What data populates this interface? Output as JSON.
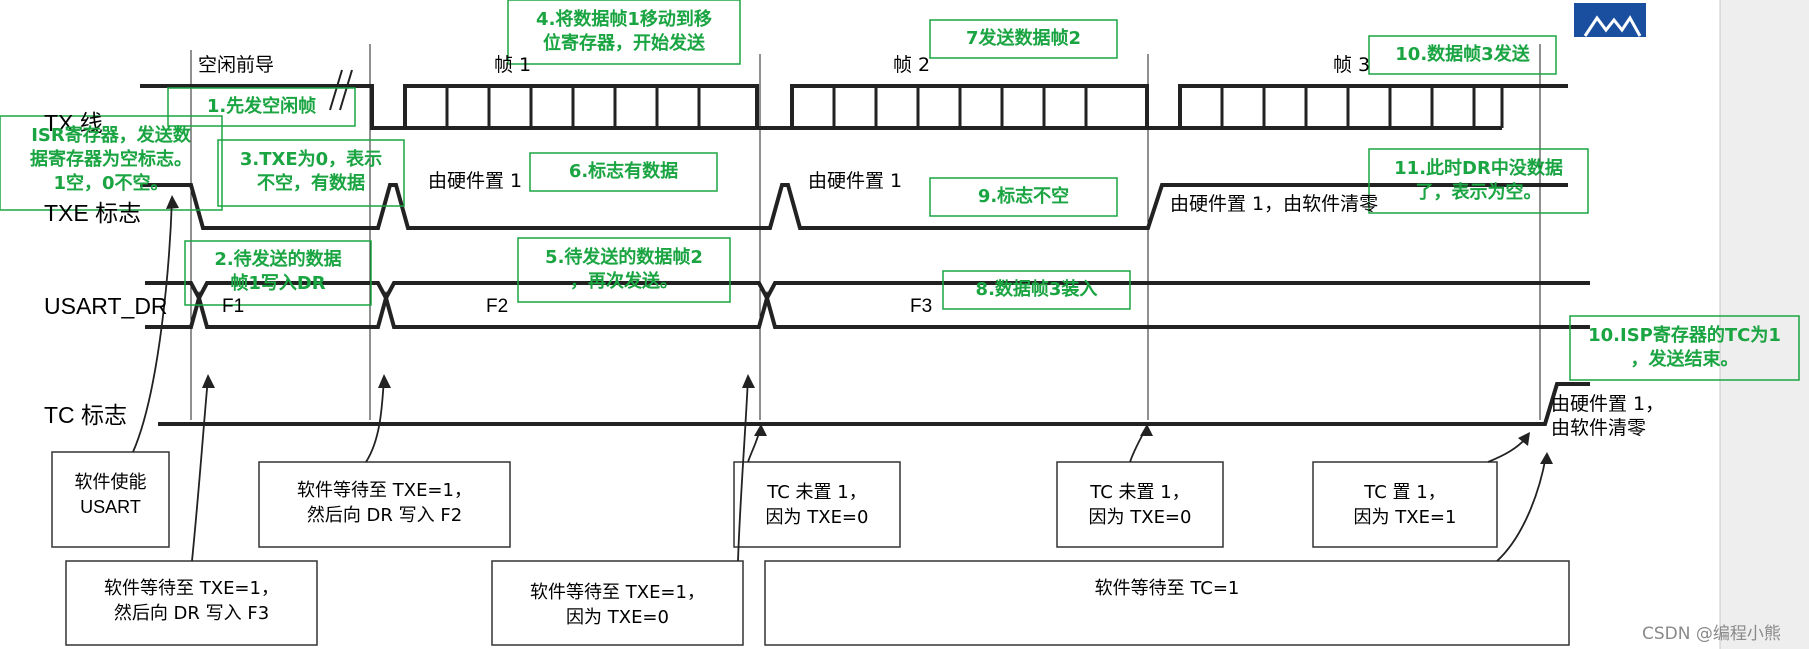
{
  "signals": {
    "tx_line": "TX 线",
    "txe_flag": "TXE 标志",
    "usart_dr": "USART_DR",
    "tc_flag": "TC 标志"
  },
  "phases": {
    "idle": "空闲前导",
    "frame1": "帧 1",
    "frame2": "帧 2",
    "frame3": "帧 3"
  },
  "dr_values": {
    "f1": "F1",
    "f2": "F2",
    "f3": "F3"
  },
  "inline_notes": {
    "hw_set_1a": "由硬件置 1",
    "hw_set_1b": "由硬件置 1",
    "hw_set_sw_clear": "由硬件置 1，由软件清零",
    "tc_hw_line1": "由硬件置 1，",
    "tc_hw_line2": "由软件清零"
  },
  "boxes": {
    "enable_l1": "软件使能",
    "enable_l2": "USART",
    "wait_f2_l1": "软件等待至 TXE=1，",
    "wait_f2_l2": "然后向 DR 写入 F2",
    "wait_f3_l1": "软件等待至 TXE=1，",
    "wait_f3_l2": "然后向 DR 写入 F3",
    "wait_txe0_l1": "软件等待至 TXE=1，",
    "wait_txe0_l2": "因为 TXE=0",
    "tc_not1_a_l1": "TC 未置 1，",
    "tc_not1_a_l2": "因为 TXE=0",
    "tc_not1_b_l1": "TC 未置 1，",
    "tc_not1_b_l2": "因为 TXE=0",
    "tc_set_l1": "TC 置 1，",
    "tc_set_l2": "因为 TXE=1",
    "wait_tc": "软件等待至 TC=1"
  },
  "annotations": {
    "a1": "1.先发空闲帧",
    "isr_l1": "ISR寄存器，发送数",
    "isr_l2": "据寄存器为空标志。",
    "isr_l3": "1空，0不空。",
    "a2_l1": "2.待发送的数据",
    "a2_l2": "帧1写入DR",
    "a3_l1": "3.TXE为0，表示",
    "a3_l2": "不空，有数据",
    "a4_l1": "4.将数据帧1移动到移",
    "a4_l2": "位寄存器，开始发送",
    "a5_l1": "5.待发送的数据帧2",
    "a5_l2": "，再次发送。",
    "a6": "6.标志有数据",
    "a7": "7发送数据帧2",
    "a8": "8.数据帧3装入",
    "a9": "9.标志不空",
    "a10": "10.数据帧3发送",
    "a11_l1": "11.此时DR中没数据",
    "a11_l2": "了，表示为空。",
    "a10b_l1": "10.ISP寄存器的TC为1",
    "a10b_l2": "，发送结束。"
  },
  "watermark": "CSDN @编程小熊",
  "colors": {
    "annotation": "#1aa542",
    "corner_logo": "#1a4fa0",
    "trace": "#222222"
  }
}
